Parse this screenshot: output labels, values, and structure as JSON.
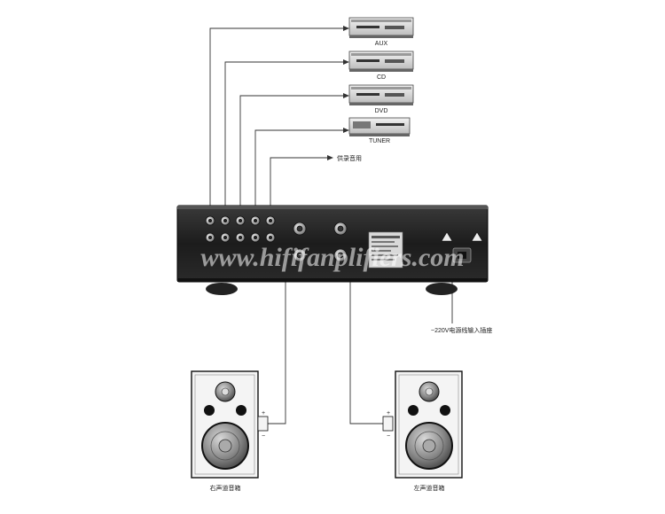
{
  "sources": [
    {
      "label": "AUX"
    },
    {
      "label": "CD"
    },
    {
      "label": "DVD"
    },
    {
      "label": "TUNER"
    }
  ],
  "record_label": "供录音用",
  "power_inlet_label": "~220V电源线输入插座",
  "speakers": {
    "right_label": "右声道音箱",
    "left_label": "左声道音箱"
  },
  "watermark": "www.hififanplifiers.com",
  "terminal_plus": "+",
  "terminal_minus": "−",
  "colors": {
    "chassis": "#1c1c1c",
    "line": "#333333",
    "speaker_cabinet": "#f4f4f4"
  }
}
